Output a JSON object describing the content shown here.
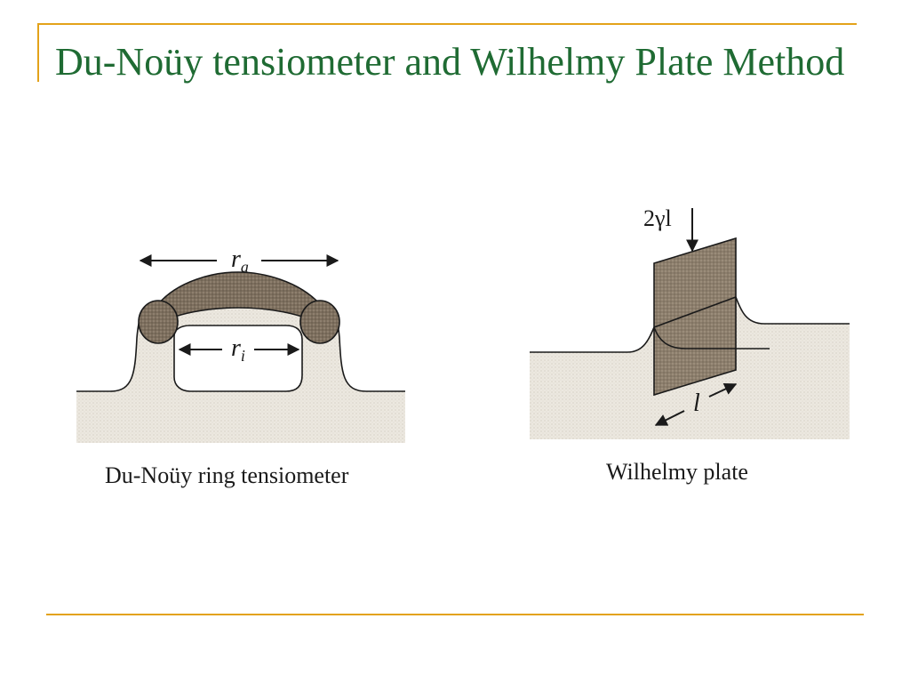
{
  "slide": {
    "title": "Du-Noüy tensiometer and Wilhelmy Plate Method"
  },
  "ring_figure": {
    "caption": "Du-Noüy ring tensiometer",
    "outer_label": "r",
    "outer_sub": "a",
    "inner_label": "r",
    "inner_sub": "i"
  },
  "plate_figure": {
    "caption": "Wilhelmy plate",
    "force_label": "2γl",
    "length_label": "l"
  },
  "colors": {
    "accent": "#e3a21a",
    "title": "#1f6b33",
    "liquid": "#ece8e0",
    "ring": "#8a7a66"
  }
}
